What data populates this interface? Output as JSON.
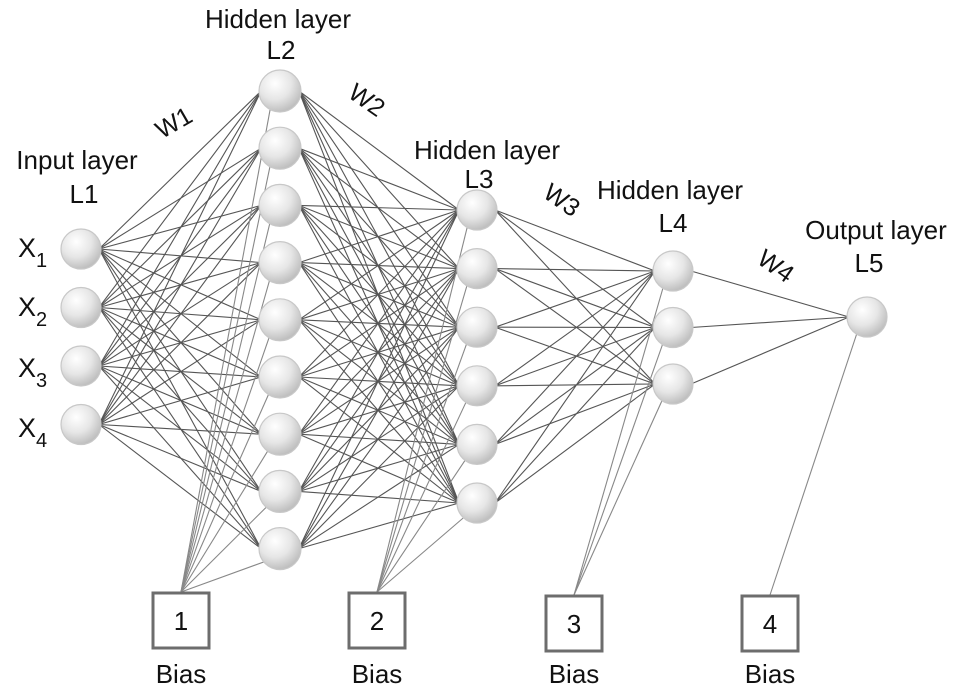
{
  "layers": [
    {
      "id": "L1",
      "title": "Input layer",
      "name": "L1",
      "node_count": 4
    },
    {
      "id": "L2",
      "title": "Hidden layer",
      "name": "L2",
      "node_count": 9
    },
    {
      "id": "L3",
      "title": "Hidden layer",
      "name": "L3",
      "node_count": 6
    },
    {
      "id": "L4",
      "title": "Hidden layer",
      "name": "L4",
      "node_count": 3
    },
    {
      "id": "L5",
      "title": "Output layer",
      "name": "L5",
      "node_count": 1
    }
  ],
  "inputs": [
    {
      "symbol": "X",
      "sub": "1"
    },
    {
      "symbol": "X",
      "sub": "2"
    },
    {
      "symbol": "X",
      "sub": "3"
    },
    {
      "symbol": "X",
      "sub": "4"
    }
  ],
  "weights": [
    {
      "label": "W1",
      "from": "L1",
      "to": "L2"
    },
    {
      "label": "W2",
      "from": "L2",
      "to": "L3"
    },
    {
      "label": "W3",
      "from": "L3",
      "to": "L4"
    },
    {
      "label": "W4",
      "from": "L4",
      "to": "L5"
    }
  ],
  "biases": [
    {
      "number": "1",
      "text": "Bias",
      "feeds": "L2"
    },
    {
      "number": "2",
      "text": "Bias",
      "feeds": "L3"
    },
    {
      "number": "3",
      "text": "Bias",
      "feeds": "L4"
    },
    {
      "number": "4",
      "text": "Bias",
      "feeds": "L5"
    }
  ],
  "colors": {
    "edge": "#555555",
    "bias_edge": "#888888",
    "node_light": "#ffffff",
    "node_dark": "#bdbdbd",
    "bias_border": "#6d6d6d",
    "text": "#111111"
  }
}
